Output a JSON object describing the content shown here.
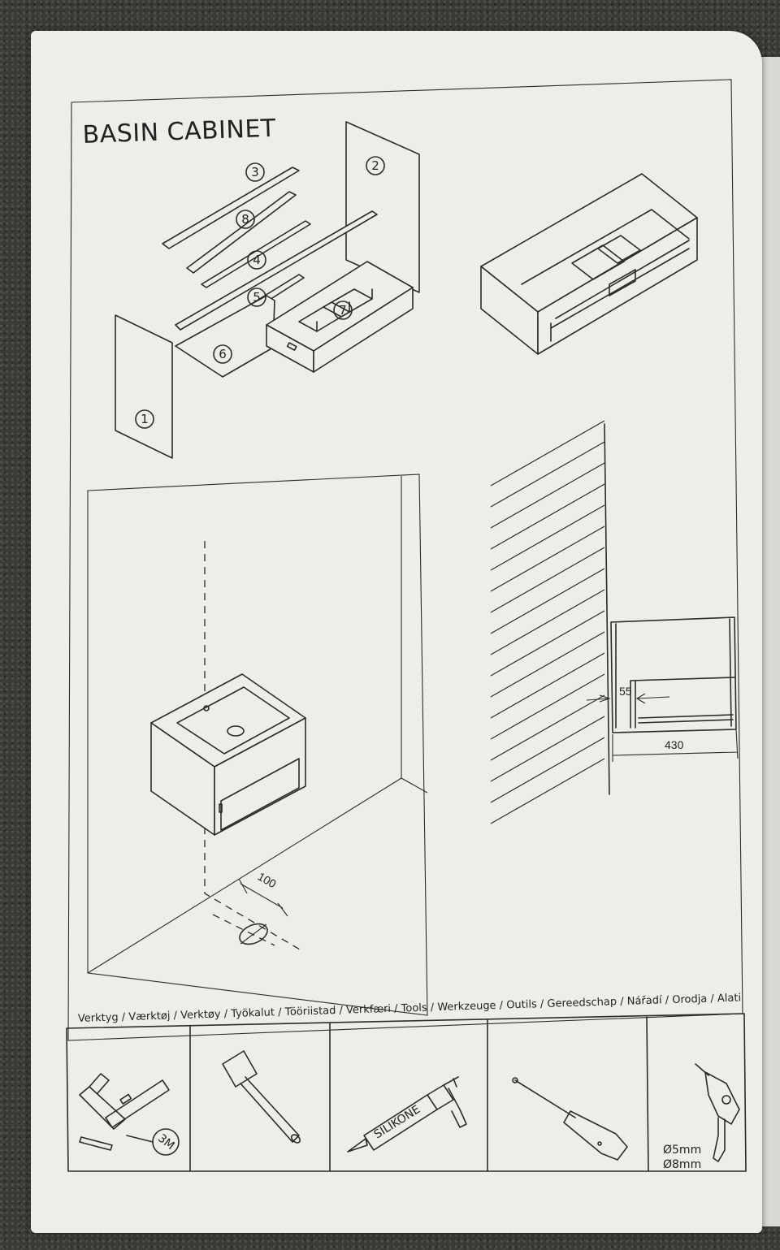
{
  "title": "BASIN CABINET",
  "parts": [
    {
      "id": "part-3",
      "label": "3"
    },
    {
      "id": "part-2",
      "label": "2"
    },
    {
      "id": "part-8",
      "label": "8"
    },
    {
      "id": "part-4",
      "label": "4"
    },
    {
      "id": "part-5",
      "label": "5"
    },
    {
      "id": "part-7",
      "label": "7"
    },
    {
      "id": "part-6",
      "label": "6"
    },
    {
      "id": "part-1",
      "label": "1"
    }
  ],
  "dimensions": {
    "drain_offset": "100",
    "wall_gap": "55",
    "cabinet_depth": "430"
  },
  "tools_heading": "Verktyg / Værktøj / Verktøy / Työkalut / Tööriistad / Verkfæri / Tools / Werkzeuge / Outils / Gereedschap / Nářadí / Orodja / Alati",
  "tools": [
    {
      "name": "measuring-tools",
      "icon": "square-level-pencil-tape-icon",
      "tape_label": "3M"
    },
    {
      "name": "rubber-mallet",
      "icon": "mallet-icon"
    },
    {
      "name": "silicone-gun",
      "icon": "caulking-gun-icon",
      "label": "SILIKONE"
    },
    {
      "name": "screwdriver",
      "icon": "screwdriver-icon"
    },
    {
      "name": "drill",
      "icon": "drill-icon",
      "bit_sizes": [
        "Ø5mm",
        "Ø8mm"
      ]
    }
  ]
}
